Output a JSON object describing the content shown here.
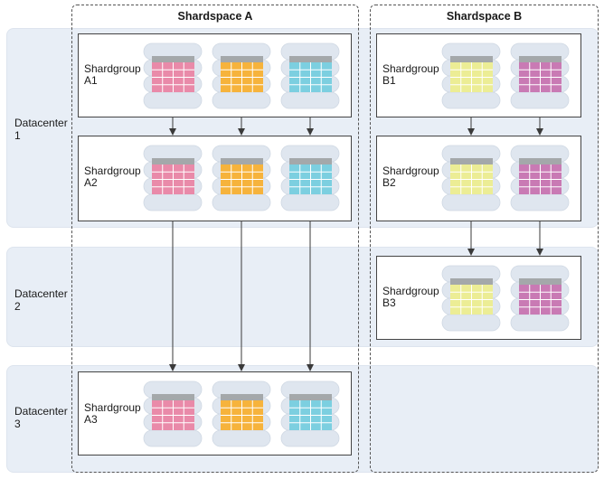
{
  "shardspaces": [
    {
      "id": "A",
      "title": "Shardspace A"
    },
    {
      "id": "B",
      "title": "Shardspace B"
    }
  ],
  "datacenters": [
    {
      "id": "dc1",
      "label": "Datacenter\n1"
    },
    {
      "id": "dc2",
      "label": "Datacenter\n2"
    },
    {
      "id": "dc3",
      "label": "Datacenter\n3"
    }
  ],
  "shardgroups": [
    {
      "id": "A1",
      "label": "Shardgroup\nA1",
      "shards": [
        "pink",
        "orange",
        "cyan"
      ]
    },
    {
      "id": "A2",
      "label": "Shardgroup\nA2",
      "shards": [
        "pink",
        "orange",
        "cyan"
      ]
    },
    {
      "id": "A3",
      "label": "Shardgroup\nA3",
      "shards": [
        "pink",
        "orange",
        "cyan"
      ]
    },
    {
      "id": "B1",
      "label": "Shardgroup\nB1",
      "shards": [
        "yellow",
        "magenta"
      ]
    },
    {
      "id": "B2",
      "label": "Shardgroup\nB2",
      "shards": [
        "yellow",
        "magenta"
      ]
    },
    {
      "id": "B3",
      "label": "Shardgroup\nB3",
      "shards": [
        "yellow",
        "magenta"
      ]
    }
  ],
  "replication": [
    {
      "from": "A1",
      "to": "A2"
    },
    {
      "from": "A2",
      "to": "A3"
    },
    {
      "from": "B1",
      "to": "B2"
    },
    {
      "from": "B2",
      "to": "B3"
    }
  ],
  "colors": {
    "pink": "#e98aa9",
    "orange": "#f6b33c",
    "cyan": "#7ccfe0",
    "yellow": "#eced95",
    "magenta": "#c97ab4",
    "table_header": "#a4a8aa",
    "db_cylinder": "#dfe6ef",
    "band": "#e8eef6",
    "arrow": "#3a3a3a"
  }
}
